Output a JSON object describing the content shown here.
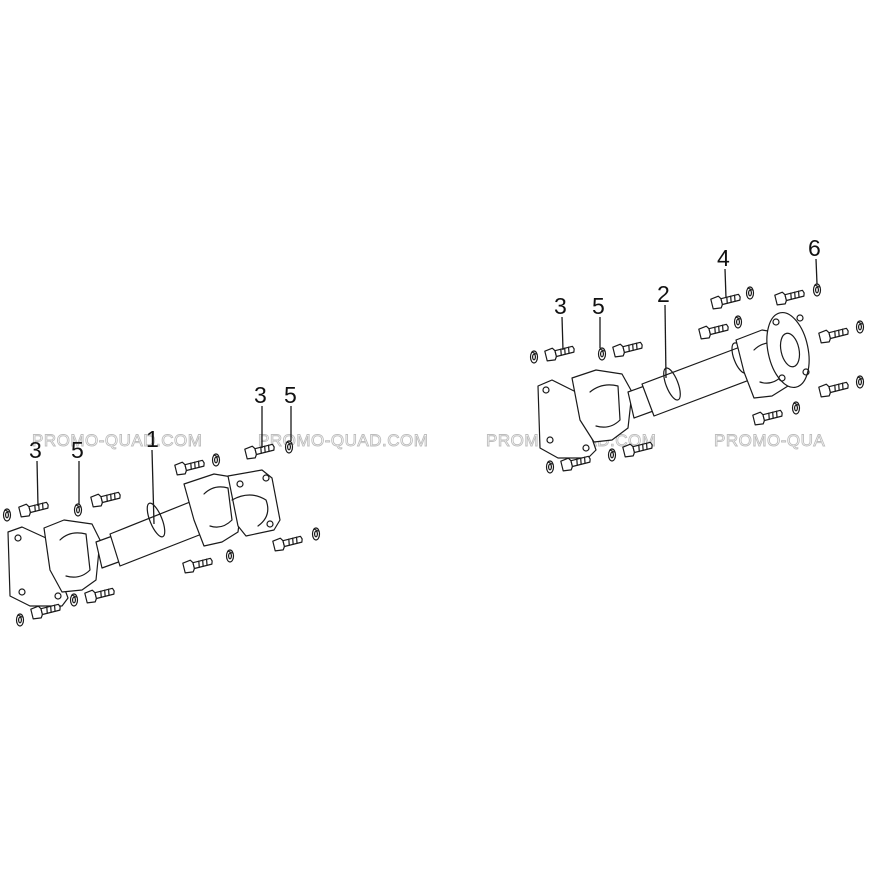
{
  "watermark": {
    "items": [
      "PROMO-QUAD.COM",
      "PROMO-QUAD.COM",
      "PROMO-QUAD.COM",
      "PROMO-QUA"
    ]
  },
  "callouts": {
    "left_shaft": {
      "part_1": "1",
      "bolt_a": "3",
      "washer_a": "5",
      "bolt_b": "3",
      "washer_b": "5"
    },
    "right_shaft": {
      "part_2": "2",
      "bolt_a": "3",
      "washer_a": "5",
      "bolt_c": "4",
      "washer_c": "6"
    }
  }
}
